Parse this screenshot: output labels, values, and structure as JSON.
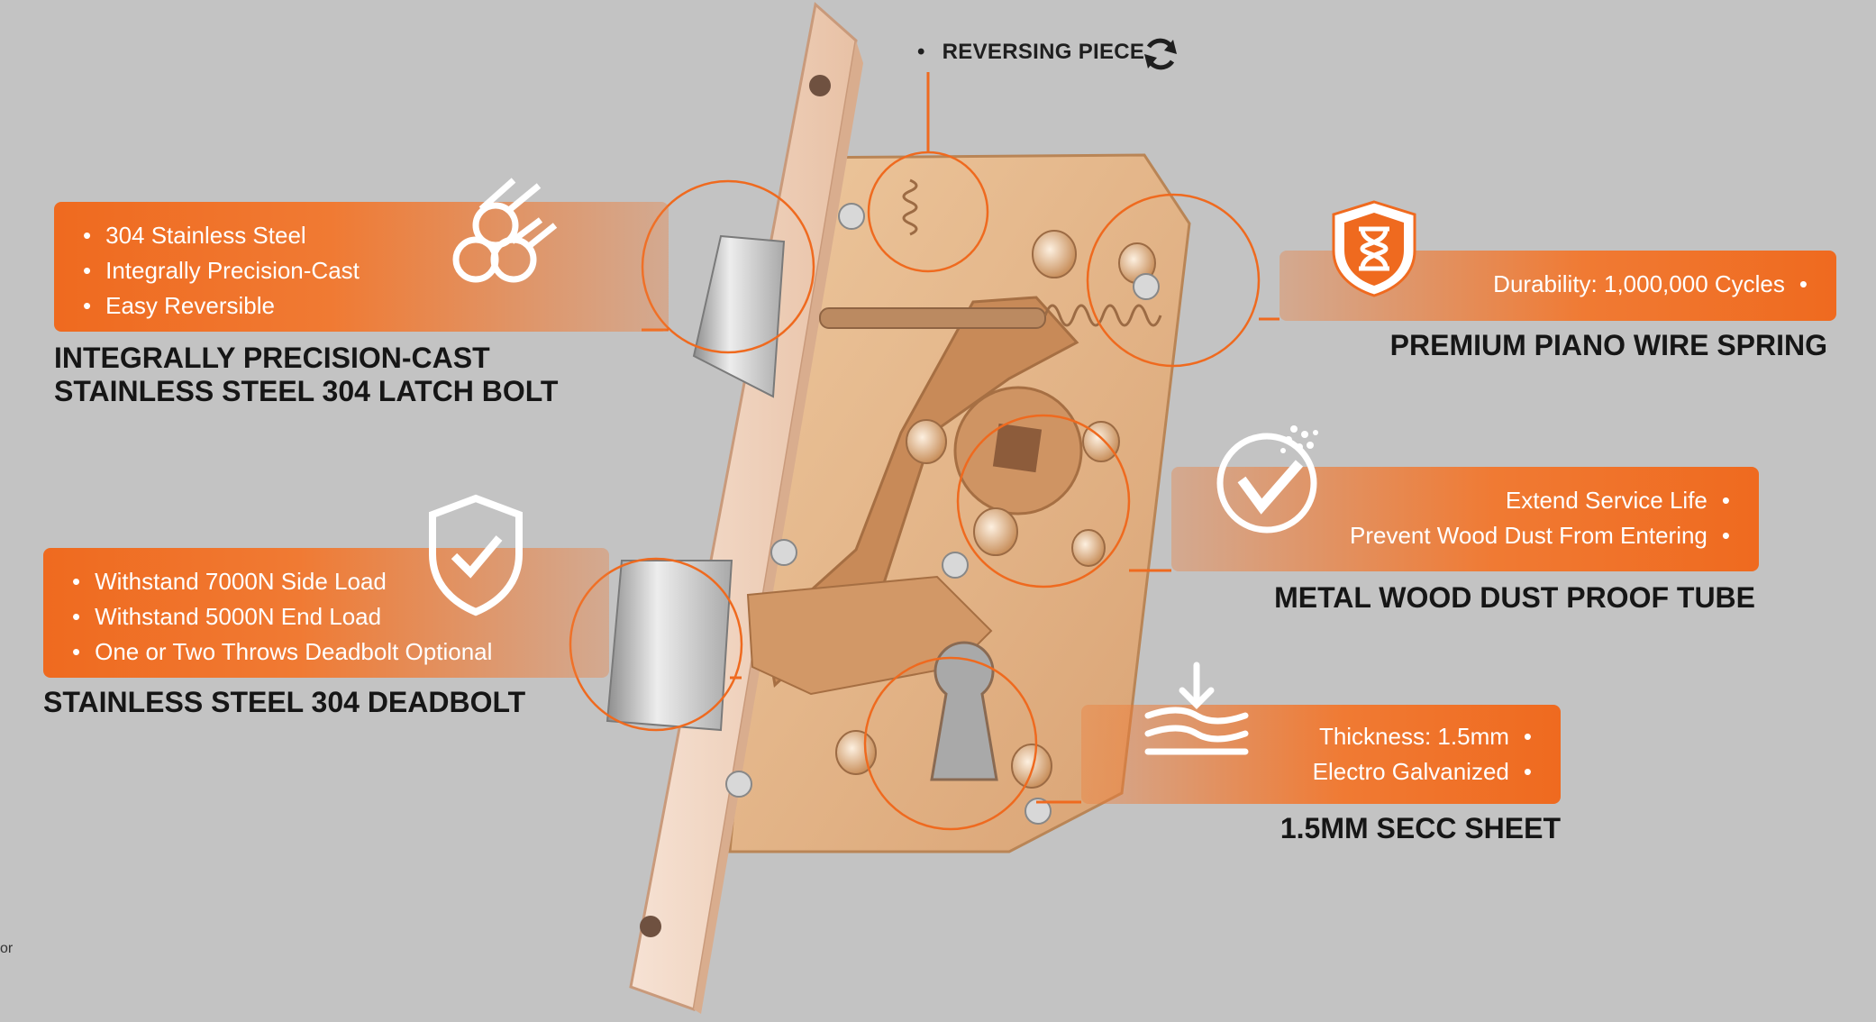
{
  "callouts": {
    "latch": {
      "bullets": [
        "304 Stainless Steel",
        "Integrally Precision-Cast",
        "Easy Reversible"
      ],
      "heading_line1": "INTEGRALLY PRECISION-CAST",
      "heading_line2": "STAINLESS STEEL 304 LATCH BOLT",
      "icon": "pipes-icon"
    },
    "deadbolt": {
      "bullets": [
        "Withstand 7000N Side Load",
        "Withstand 5000N End Load",
        "One or Two Throws Deadbolt Optional"
      ],
      "heading": "STAINLESS STEEL 304 DEADBOLT",
      "icon": "shield-check-icon"
    },
    "spring": {
      "bullets": [
        "Durability: 1,000,000 Cycles"
      ],
      "heading": "PREMIUM PIANO WIRE SPRING",
      "icon": "hourglass-shield-icon"
    },
    "dust": {
      "bullets": [
        "Extend Service Life",
        "Prevent Wood Dust From Entering"
      ],
      "heading": "METAL WOOD DUST PROOF TUBE",
      "icon": "dust-check-icon"
    },
    "secc": {
      "bullets": [
        "Thickness: 1.5mm",
        "Electro Galvanized"
      ],
      "heading": "1.5MM SECC SHEET",
      "icon": "sheet-layers-icon"
    },
    "reversing": {
      "label": "REVERSING PIECE",
      "icon": "refresh-icon"
    }
  },
  "corner_text": "or",
  "colors": {
    "accent": "#ef6a1f",
    "background": "#c3c3c3",
    "lock_body": "#e3b07f",
    "faceplate": "#f2d0b8",
    "steel": "#c8c8c8"
  }
}
